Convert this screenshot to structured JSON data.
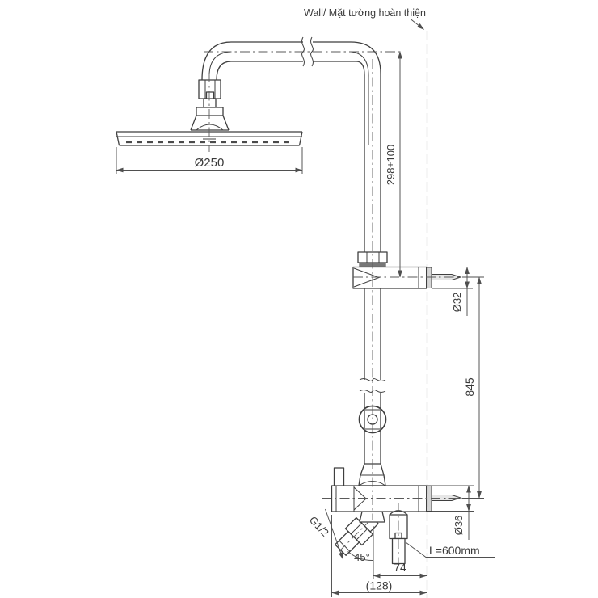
{
  "labels": {
    "wall": "Wall/ Mặt tường hoàn thiện",
    "head_diameter": "Ø250",
    "riser_height": "298±100",
    "bracket_diameter": "Ø32",
    "bracket_spacing": "845",
    "valve_diameter": "Ø36",
    "hose_length": "L=600mm",
    "wall_offset": "74",
    "overall_depth": "(128)",
    "outlet_thread": "G1/2",
    "outlet_angle": "45°"
  },
  "colors": {
    "line": "#3f3f3f",
    "dimension": "#4f4f4f",
    "background": "#ffffff",
    "flange_fill": "#d5d5d5",
    "band_fill": "#777777"
  }
}
